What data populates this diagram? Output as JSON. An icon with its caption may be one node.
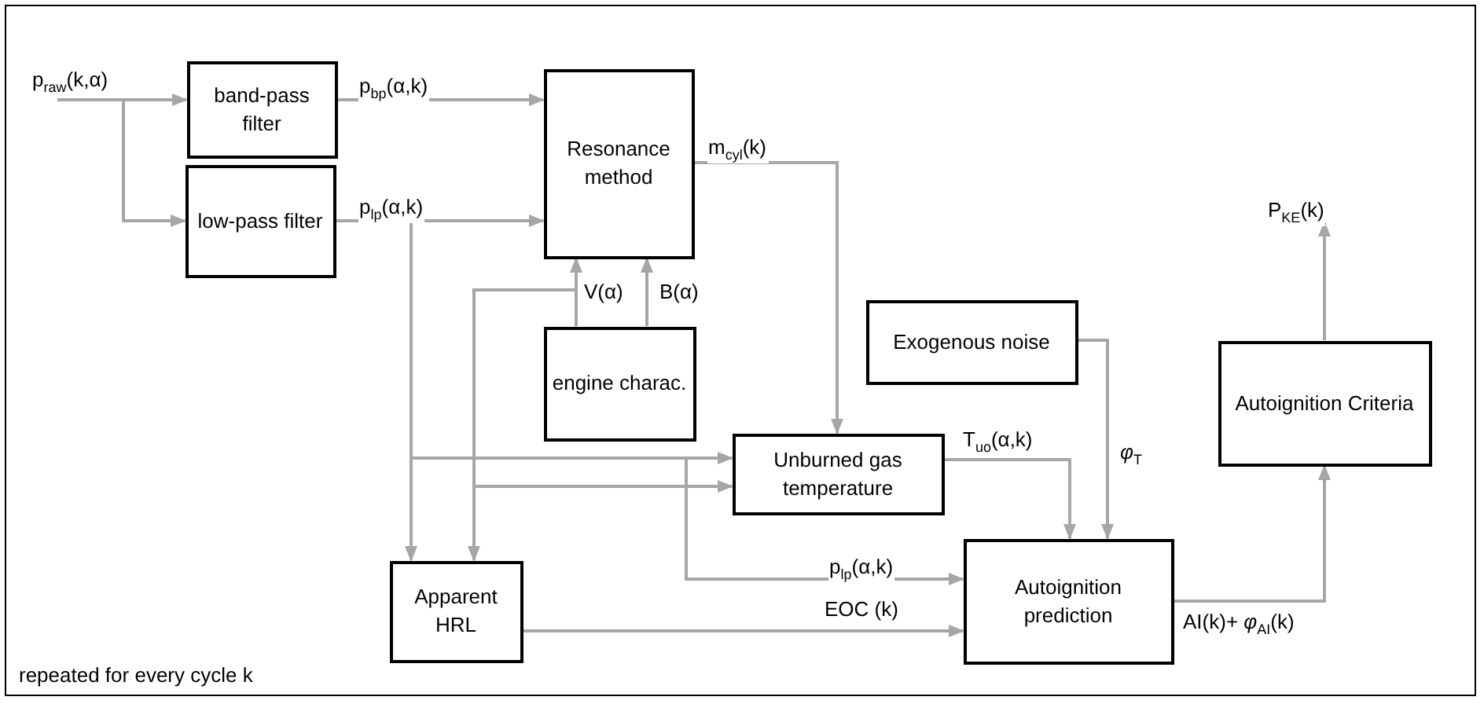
{
  "diagram": {
    "nodes": [
      {
        "text": [
          "repeated for every cycle k"
        ]
      },
      {
        "text": [
          "band-pass filter"
        ],
        "in": 0
      },
      {
        "text": [
          "low-pass filter"
        ],
        "in": 0
      },
      {
        "text": [
          "Resonance method"
        ],
        "in": 0
      },
      {
        "text": [
          "engine charac."
        ],
        "in": 0
      },
      {
        "text": [
          "Exogenous noise"
        ],
        "in": 0
      },
      {
        "text": [
          "Unburned gas temperature"
        ],
        "in": 0
      },
      {
        "text": [
          "Autoignition Criteria"
        ],
        "in": 0
      },
      {
        "text": [
          "Apparent HRL"
        ],
        "in": 0
      },
      {
        "text": [
          "Autoignition prediction"
        ],
        "in": 0
      }
    ],
    "edges": [
      {
        "from": null,
        "to": 1,
        "arrow": "to",
        "label": "p$_{raw}$(k,α)"
      },
      {
        "from": null,
        "to": 2,
        "arrow": "to"
      },
      {
        "from": 1,
        "to": 3,
        "arrow": "to",
        "label": "p$_{bp}$(α,k)"
      },
      {
        "from": 2,
        "to": 3,
        "arrow": "to",
        "label": "p$_{lp}$(α,k)"
      },
      {
        "from": 4,
        "to": 3,
        "arrow": "to",
        "label": "V(α)"
      },
      {
        "from": 4,
        "to": 3,
        "arrow": "to",
        "label": "B(α)"
      },
      {
        "from": 3,
        "to": 6,
        "arrow": "to",
        "label": "m$_{cyl}$(k)"
      },
      {
        "from": 2,
        "to": 8,
        "arrow": "to"
      },
      {
        "from": 2,
        "to": 6,
        "arrow": "to"
      },
      {
        "from": 2,
        "to": 9,
        "arrow": "to",
        "label": "p$_{lp}$(α,k)"
      },
      {
        "from": 4,
        "to": 8,
        "arrow": "to"
      },
      {
        "from": 4,
        "to": 6,
        "arrow": "to"
      },
      {
        "from": 6,
        "to": 9,
        "arrow": "to",
        "label": "T$_{uo}$(α,k)"
      },
      {
        "from": 5,
        "to": 9,
        "arrow": "to",
        "label": "*φ*$_{T}$"
      },
      {
        "from": 8,
        "to": 9,
        "arrow": "to",
        "label": "EOC (k)"
      },
      {
        "from": 9,
        "to": 7,
        "arrow": "to",
        "label": "AI(k)+ *φ*$_{AI}$(k)"
      },
      {
        "from": 7,
        "to": null,
        "arrow": "to",
        "label": "P$_{KE}$(k)"
      }
    ]
  }
}
